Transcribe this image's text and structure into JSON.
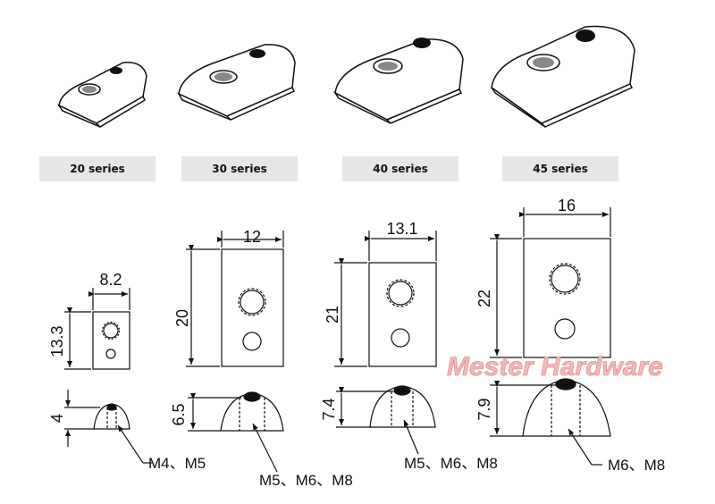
{
  "series": [
    "20 series",
    "30 series",
    "40 series",
    "45 series"
  ],
  "dimensions": {
    "s20": {
      "width": "8.2",
      "height": "13.3",
      "profile_height": "4"
    },
    "s30": {
      "width": "12",
      "height": "20",
      "profile_height": "6.5"
    },
    "s40": {
      "width": "13.1",
      "height": "21",
      "profile_height": "7.4"
    },
    "s45": {
      "width": "16",
      "height": "22",
      "profile_height": "7.9"
    }
  },
  "thread_labels": {
    "s20": "M4、M5",
    "s30": "M5、M6、M8",
    "s40": "M5、M6、M8",
    "s45": "M6、M8"
  },
  "watermark": "Mester Hardware"
}
